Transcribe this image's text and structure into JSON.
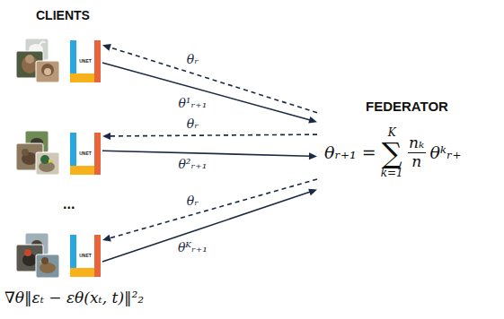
{
  "diagram": {
    "nodes": [
      {
        "text": [
          "UNET"
        ]
      },
      {
        "text": [
          "UNET"
        ]
      },
      {
        "text": [
          "UNET"
        ]
      },
      {
        "text": [
          "FEDERATOR",
          "θᵣ₊₁ =",
          "K",
          "∑",
          "k=1",
          "nₖ",
          "n",
          "θᵏᵣ₊"
        ]
      }
    ],
    "edges": [
      {
        "from": 0,
        "to": 3,
        "arrow": "to",
        "label": "θ¹ᵣ₊₁"
      },
      {
        "from": 3,
        "to": 0,
        "arrow": "to",
        "label": "θᵣ"
      },
      {
        "from": 1,
        "to": 3,
        "arrow": "to",
        "label": "θ²ᵣ₊₁"
      },
      {
        "from": 3,
        "to": 1,
        "arrow": "to",
        "label": "θᵣ"
      },
      {
        "from": 2,
        "to": 3,
        "arrow": "to",
        "label": "θᴷᵣ₊₁"
      },
      {
        "from": 3,
        "to": 2,
        "arrow": "to",
        "label": "θᵣ"
      }
    ],
    "labels": [
      "CLIENTS",
      "...",
      "∇θ‖εₜ − εθ(xₜ, t)‖²₂"
    ]
  }
}
